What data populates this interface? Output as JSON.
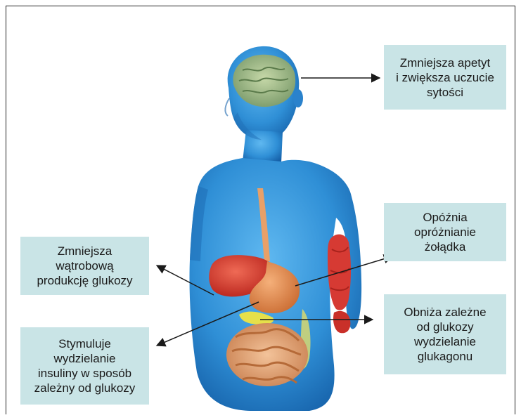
{
  "labels": {
    "appetite": [
      "Zmniejsza apetyt",
      "i zwiększa uczucie",
      "sytości"
    ],
    "stomach": [
      "Opóźnia",
      "opróżnianie",
      "żołądka"
    ],
    "liver": [
      "Zmniejsza",
      "wątrobową",
      "produkcję glukozy"
    ],
    "glucagon": [
      "Obniża zależne",
      "od glukozy",
      "wydzielanie",
      "glukagonu"
    ],
    "insulin": [
      "Stymuluje",
      "wydzielanie",
      "insuliny w sposób",
      "zależny od glukozy"
    ]
  },
  "colors": {
    "label_bg": "#c9e4e6",
    "body": "#2f8fd6",
    "brain": "#9bb88a",
    "liver": "#d4352b",
    "stomach": "#e08a4a",
    "muscle": "#d63a33",
    "intestine": "#e0a070",
    "pancreas": "#e6e04a",
    "esophagus": "#e8a068"
  },
  "icons": {
    "figure": "human-anatomy-figure"
  }
}
